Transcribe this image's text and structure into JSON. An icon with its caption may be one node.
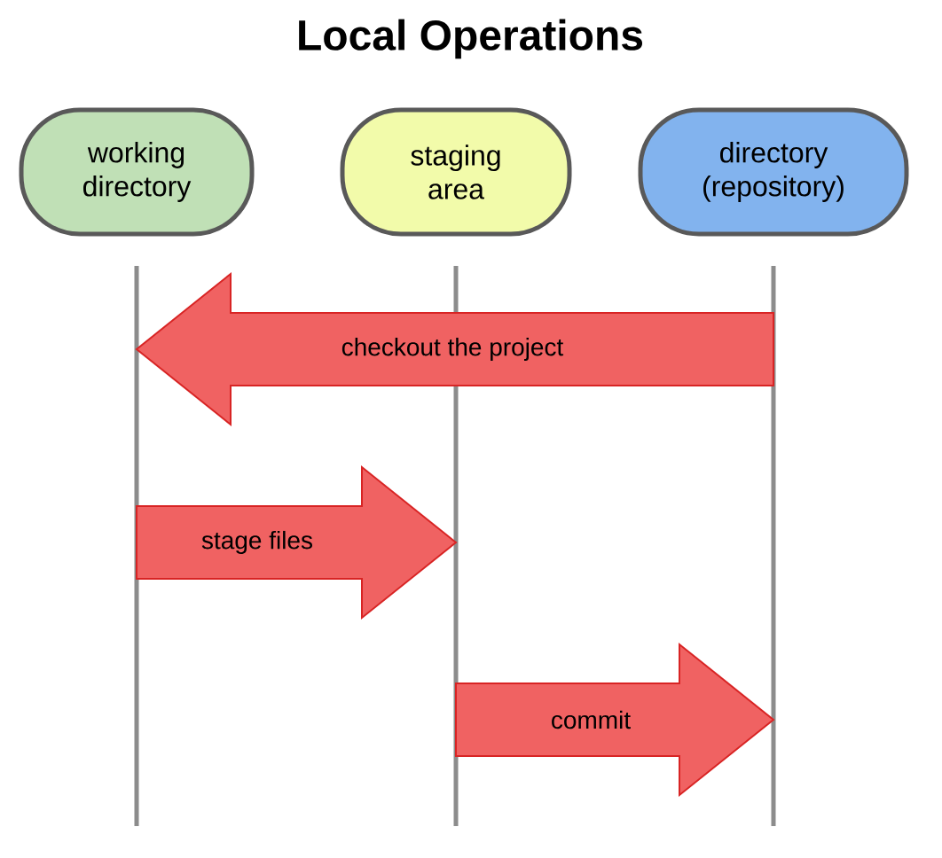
{
  "diagram": {
    "title": "Local Operations",
    "nodes": [
      {
        "text": [
          "working directory"
        ]
      },
      {
        "text": [
          "staging area"
        ]
      },
      {
        "text": [
          "directory (repository)"
        ]
      }
    ],
    "edges": [
      {
        "from": 2,
        "to": 0,
        "arrow": "to",
        "label": "checkout the project"
      },
      {
        "from": 0,
        "to": 1,
        "arrow": "to",
        "label": "stage files"
      },
      {
        "from": 1,
        "to": 2,
        "arrow": "to",
        "label": "commit"
      }
    ]
  }
}
